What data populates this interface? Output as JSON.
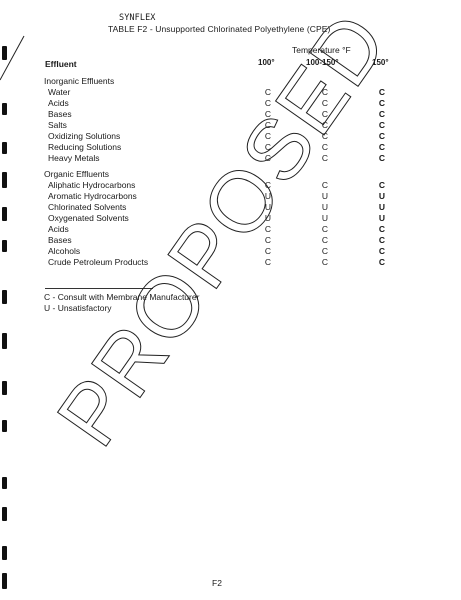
{
  "header": {
    "brand": "SYNFLEX",
    "title": "TABLE F2 - Unsupported Chlorinated Polyethylene (CPE)"
  },
  "table": {
    "effluent_header": "Effluent",
    "temperature_header": "Temperature °F",
    "columns": [
      "100°",
      "100-150°",
      "150°"
    ],
    "sections": [
      {
        "title": "Inorganic Effluents",
        "rows": [
          {
            "label": "Water",
            "values": [
              "C",
              "C",
              "C"
            ]
          },
          {
            "label": "Acids",
            "values": [
              "C",
              "C",
              "C"
            ]
          },
          {
            "label": "Bases",
            "values": [
              "C",
              "C",
              "C"
            ]
          },
          {
            "label": "Salts",
            "values": [
              "C",
              "C",
              "C"
            ]
          },
          {
            "label": "Oxidizing Solutions",
            "values": [
              "C",
              "C",
              "C"
            ]
          },
          {
            "label": "Reducing Solutions",
            "values": [
              "C",
              "C",
              "C"
            ]
          },
          {
            "label": "Heavy Metals",
            "values": [
              "C",
              "C",
              "C"
            ]
          }
        ]
      },
      {
        "title": "Organic Effluents",
        "rows": [
          {
            "label": "Aliphatic Hydrocarbons",
            "values": [
              "C",
              "C",
              "C"
            ]
          },
          {
            "label": "Aromatic Hydrocarbons",
            "values": [
              "U",
              "U",
              "U"
            ]
          },
          {
            "label": "Chlorinated Solvents",
            "values": [
              "U",
              "U",
              "U"
            ]
          },
          {
            "label": "Oxygenated Solvents",
            "values": [
              "U",
              "U",
              "U"
            ]
          },
          {
            "label": "Acids",
            "values": [
              "C",
              "C",
              "C"
            ]
          },
          {
            "label": "Bases",
            "values": [
              "C",
              "C",
              "C"
            ]
          },
          {
            "label": "Alcohols",
            "values": [
              "C",
              "C",
              "C"
            ]
          },
          {
            "label": "Crude Petroleum Products",
            "values": [
              "C",
              "C",
              "C"
            ]
          }
        ]
      }
    ]
  },
  "legend": [
    "C - Consult with Membrane Manufacturer",
    "U - Unsatisfactory"
  ],
  "watermark": "PROPOSED",
  "page_number": "F2"
}
